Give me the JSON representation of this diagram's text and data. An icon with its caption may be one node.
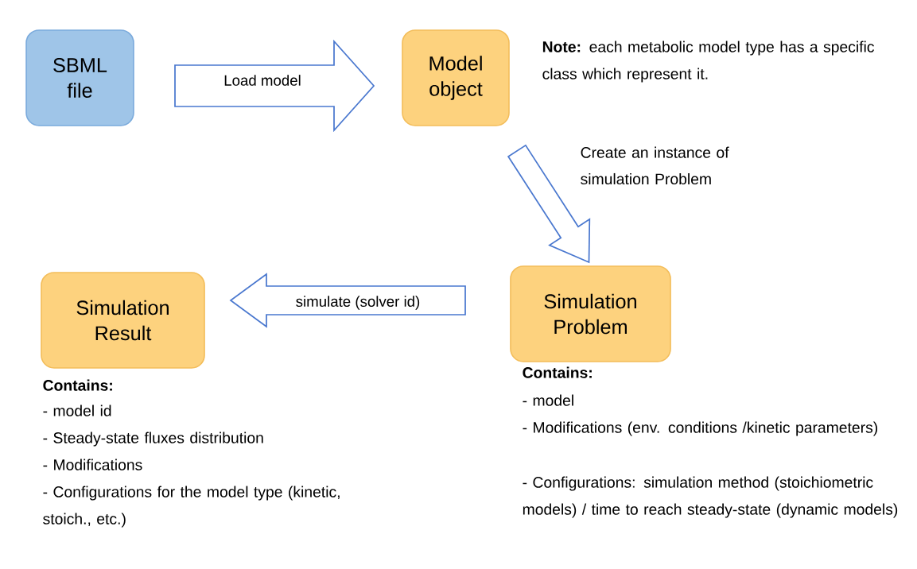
{
  "diagram": {
    "nodes": [
      {
        "text": [
          "SBML file"
        ]
      },
      {
        "text": [
          "Model object"
        ]
      },
      {
        "text": [
          "Simulation Problem"
        ]
      },
      {
        "text": [
          "Simulation Result"
        ]
      }
    ],
    "edges": [
      {
        "from": 0,
        "to": 1,
        "arrow": "to",
        "label": "Load model"
      },
      {
        "from": 1,
        "to": 2,
        "arrow": "to",
        "label": "Create an instance of simulation Problem"
      },
      {
        "from": 2,
        "to": 3,
        "arrow": "to",
        "label": "simulate (solver id)"
      }
    ],
    "labels": [
      "**Note:** each metabolic model type has a specific class which represent it.",
      "Contains:",
      "- model id",
      "- Steady-state fluxes distribution",
      "- Modifications",
      "- Configurations for the model type (kinetic, stoich., etc.)",
      "Contains:",
      "-  model",
      "-  Modifications (env. conditions /kinetic parameters)",
      "- Configurations: simulation method (stoichiometric models) / time to reach steady-state (dynamic models)"
    ]
  }
}
